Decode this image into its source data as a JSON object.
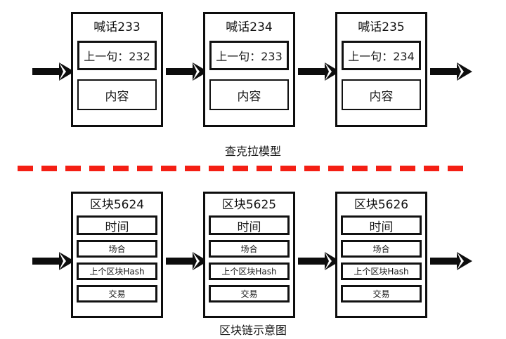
{
  "diagram": {
    "background": "#ffffff",
    "line_color": "#0d0d0d",
    "divider_color": "#f41f14"
  },
  "top_section": {
    "caption": "查克拉模型",
    "blocks": [
      {
        "title": "喊话233",
        "prev_row": "上一句：232",
        "content_row": "内容"
      },
      {
        "title": "喊话234",
        "prev_row": "上一句：233",
        "content_row": "内容"
      },
      {
        "title": "喊话235",
        "prev_row": "上一句：234",
        "content_row": "内容"
      }
    ]
  },
  "bottom_section": {
    "caption": "区块链示意图",
    "row_labels": {
      "time": "时间",
      "occasion": "场合",
      "prev_hash": "上个区块Hash",
      "transaction": "交易"
    },
    "blocks": [
      {
        "title": "区块5624",
        "rows": [
          "时间",
          "场合",
          "上个区块Hash",
          "交易"
        ]
      },
      {
        "title": "区块5625",
        "rows": [
          "时间",
          "场合",
          "上个区块Hash",
          "交易"
        ]
      },
      {
        "title": "区块5626",
        "rows": [
          "时间",
          "场合",
          "上个区块Hash",
          "交易"
        ]
      }
    ]
  },
  "arrows": {
    "direction": "right",
    "top_count": 4,
    "bottom_count": 4
  }
}
